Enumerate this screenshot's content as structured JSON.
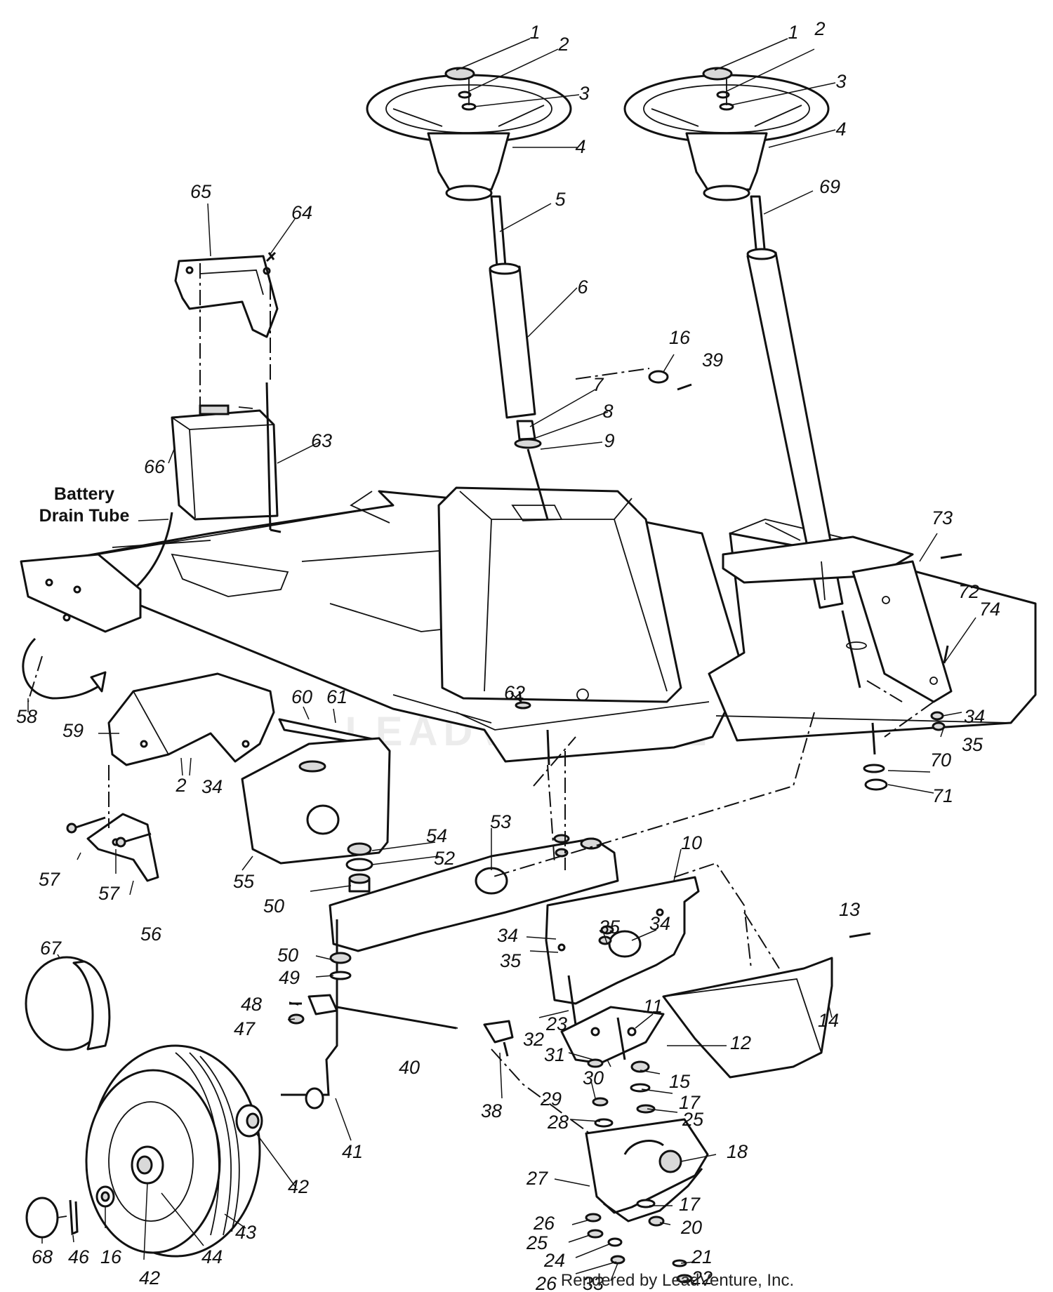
{
  "callouts": {
    "battery_drain_tube_line1": "Battery",
    "battery_drain_tube_line2": "Drain Tube"
  },
  "footer": "Rendered by LeadVenture, Inc.",
  "watermark": "LEADVENTURE",
  "part_labels": [
    {
      "id": "l1a",
      "text": "1"
    },
    {
      "id": "l2a",
      "text": "2"
    },
    {
      "id": "l3a",
      "text": "3"
    },
    {
      "id": "l4a",
      "text": "4"
    },
    {
      "id": "l1b",
      "text": "1"
    },
    {
      "id": "l2b",
      "text": "2"
    },
    {
      "id": "l3b",
      "text": "3"
    },
    {
      "id": "l4b",
      "text": "4"
    },
    {
      "id": "l5",
      "text": "5"
    },
    {
      "id": "l69",
      "text": "69"
    },
    {
      "id": "l6",
      "text": "6"
    },
    {
      "id": "l65",
      "text": "65"
    },
    {
      "id": "l64",
      "text": "64"
    },
    {
      "id": "l16a",
      "text": "16"
    },
    {
      "id": "l39",
      "text": "39"
    },
    {
      "id": "l7",
      "text": "7"
    },
    {
      "id": "l8",
      "text": "8"
    },
    {
      "id": "l9",
      "text": "9"
    },
    {
      "id": "l63",
      "text": "63"
    },
    {
      "id": "l66",
      "text": "66"
    },
    {
      "id": "l73",
      "text": "73"
    },
    {
      "id": "l72",
      "text": "72"
    },
    {
      "id": "l74",
      "text": "74"
    },
    {
      "id": "l62",
      "text": "62"
    },
    {
      "id": "l60",
      "text": "60"
    },
    {
      "id": "l61",
      "text": "61"
    },
    {
      "id": "l58",
      "text": "58"
    },
    {
      "id": "l59",
      "text": "59"
    },
    {
      "id": "l2c",
      "text": "2"
    },
    {
      "id": "l34a",
      "text": "34"
    },
    {
      "id": "l34b",
      "text": "34"
    },
    {
      "id": "l35a",
      "text": "35"
    },
    {
      "id": "l70",
      "text": "70"
    },
    {
      "id": "l71",
      "text": "71"
    },
    {
      "id": "l53",
      "text": "53"
    },
    {
      "id": "l54",
      "text": "54"
    },
    {
      "id": "l52",
      "text": "52"
    },
    {
      "id": "l10",
      "text": "10"
    },
    {
      "id": "l57a",
      "text": "57"
    },
    {
      "id": "l57b",
      "text": "57"
    },
    {
      "id": "l55",
      "text": "55"
    },
    {
      "id": "l50a",
      "text": "50"
    },
    {
      "id": "l56",
      "text": "56"
    },
    {
      "id": "l67",
      "text": "67"
    },
    {
      "id": "l34c",
      "text": "34"
    },
    {
      "id": "l35b",
      "text": "35"
    },
    {
      "id": "l35c",
      "text": "35"
    },
    {
      "id": "l34d",
      "text": "34"
    },
    {
      "id": "l13",
      "text": "13"
    },
    {
      "id": "l50b",
      "text": "50"
    },
    {
      "id": "l49",
      "text": "49"
    },
    {
      "id": "l11",
      "text": "11"
    },
    {
      "id": "l23",
      "text": "23"
    },
    {
      "id": "l32",
      "text": "32"
    },
    {
      "id": "l48",
      "text": "48"
    },
    {
      "id": "l47",
      "text": "47"
    },
    {
      "id": "l12",
      "text": "12"
    },
    {
      "id": "l14",
      "text": "14"
    },
    {
      "id": "l40",
      "text": "40"
    },
    {
      "id": "l31",
      "text": "31"
    },
    {
      "id": "l30",
      "text": "30"
    },
    {
      "id": "l15",
      "text": "15"
    },
    {
      "id": "l29",
      "text": "29"
    },
    {
      "id": "l38",
      "text": "38"
    },
    {
      "id": "l17a",
      "text": "17"
    },
    {
      "id": "l28",
      "text": "28"
    },
    {
      "id": "l41",
      "text": "41"
    },
    {
      "id": "l25a",
      "text": "25"
    },
    {
      "id": "l18",
      "text": "18"
    },
    {
      "id": "l42a",
      "text": "42"
    },
    {
      "id": "l27",
      "text": "27"
    },
    {
      "id": "l17b",
      "text": "17"
    },
    {
      "id": "l26a",
      "text": "26"
    },
    {
      "id": "l20",
      "text": "20"
    },
    {
      "id": "l25b",
      "text": "25"
    },
    {
      "id": "l21",
      "text": "21"
    },
    {
      "id": "l24",
      "text": "24"
    },
    {
      "id": "l22",
      "text": "22"
    },
    {
      "id": "l43",
      "text": "43"
    },
    {
      "id": "l68",
      "text": "68"
    },
    {
      "id": "l46",
      "text": "46"
    },
    {
      "id": "l16b",
      "text": "16"
    },
    {
      "id": "l44",
      "text": "44"
    },
    {
      "id": "l42b",
      "text": "42"
    },
    {
      "id": "l26b",
      "text": "26"
    },
    {
      "id": "l33",
      "text": "33"
    }
  ]
}
